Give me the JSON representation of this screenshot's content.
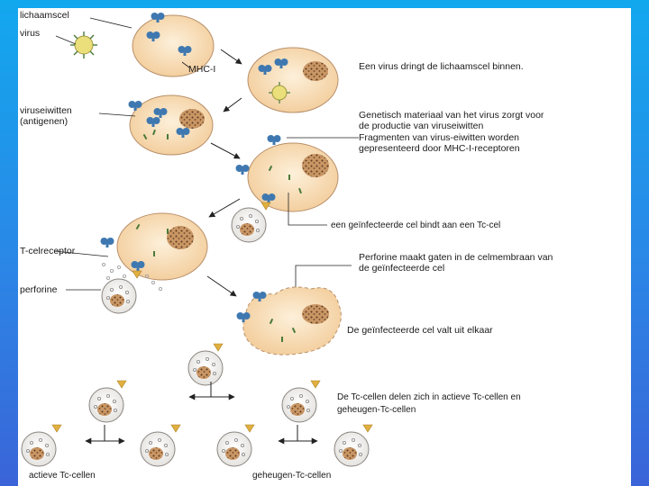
{
  "labels": {
    "lichaamscel": "lichaamscel",
    "virus": "virus",
    "mhc": "MHC-I",
    "viruseiwitten_1": "viruseiwitten",
    "viruseiwitten_2": "(antigenen)",
    "t_celreceptor": "T-celreceptor",
    "perforine": "perforine"
  },
  "steps": {
    "s1": "Een virus dringt de lichaamscel binnen.",
    "s2_line1": "Genetisch materiaal van het virus zorgt voor",
    "s2_line2": "de productie van viruseiwitten",
    "s3_line1": "Fragmenten van virus-eiwitten worden",
    "s3_line2": "gepresenteerd door MHC-I-receptoren",
    "s4": "een geïnfecteerde cel bindt aan een Tc-cel",
    "s5_line1": "Perforine maakt gaten in de celmembraan van",
    "s5_line2": "de geïnfecteerde cel",
    "s6": "De geïnfecteerde cel valt uit elkaar",
    "s7_line1": "De Tc-cellen delen zich in actieve Tc-cellen en",
    "s7_line2": "geheugen-Tc-cellen"
  },
  "bottom": {
    "actieve": "actieve Tc-cellen",
    "geheugen": "geheugen-Tc-cellen"
  },
  "colors": {
    "cell_fill": "#f7dcb4",
    "cell_stroke": "#b9906a",
    "nucleus_fill": "#c99664",
    "receptor_blue": "#3f78b0",
    "fragment_green": "#4a7a3a",
    "virus_yellow": "#eadf7a",
    "tcell_fill": "#f1f0ee",
    "tcell_receptor": "#e0b040"
  }
}
